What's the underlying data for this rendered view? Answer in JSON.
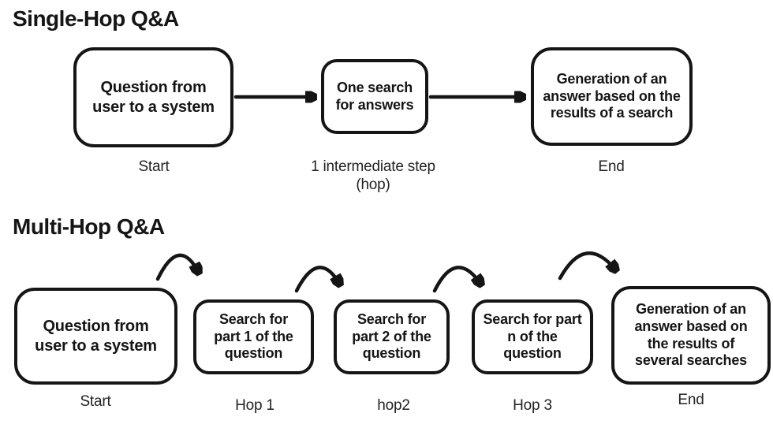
{
  "colors": {
    "ink": "#151515",
    "label_text": "#232323",
    "background": "#ffffff"
  },
  "single_hop": {
    "title": "Single-Hop Q&A",
    "nodes": [
      {
        "text": "Question from user to a system",
        "label": "Start"
      },
      {
        "text": "One search for answers",
        "label": "1 intermediate step (hop)"
      },
      {
        "text": "Generation of an answer based on the results of a search",
        "label": "End"
      }
    ]
  },
  "multi_hop": {
    "title": "Multi-Hop Q&A",
    "nodes": [
      {
        "text": "Question from user to a system",
        "label": "Start"
      },
      {
        "text": "Search for part 1 of the question",
        "label": "Hop 1"
      },
      {
        "text": "Search for part 2 of the question",
        "label": "hop2"
      },
      {
        "text": "Search for part n of the question",
        "label": "Hop 3"
      },
      {
        "text": "Generation of an answer based on the results of several searches",
        "label": "End"
      }
    ]
  }
}
